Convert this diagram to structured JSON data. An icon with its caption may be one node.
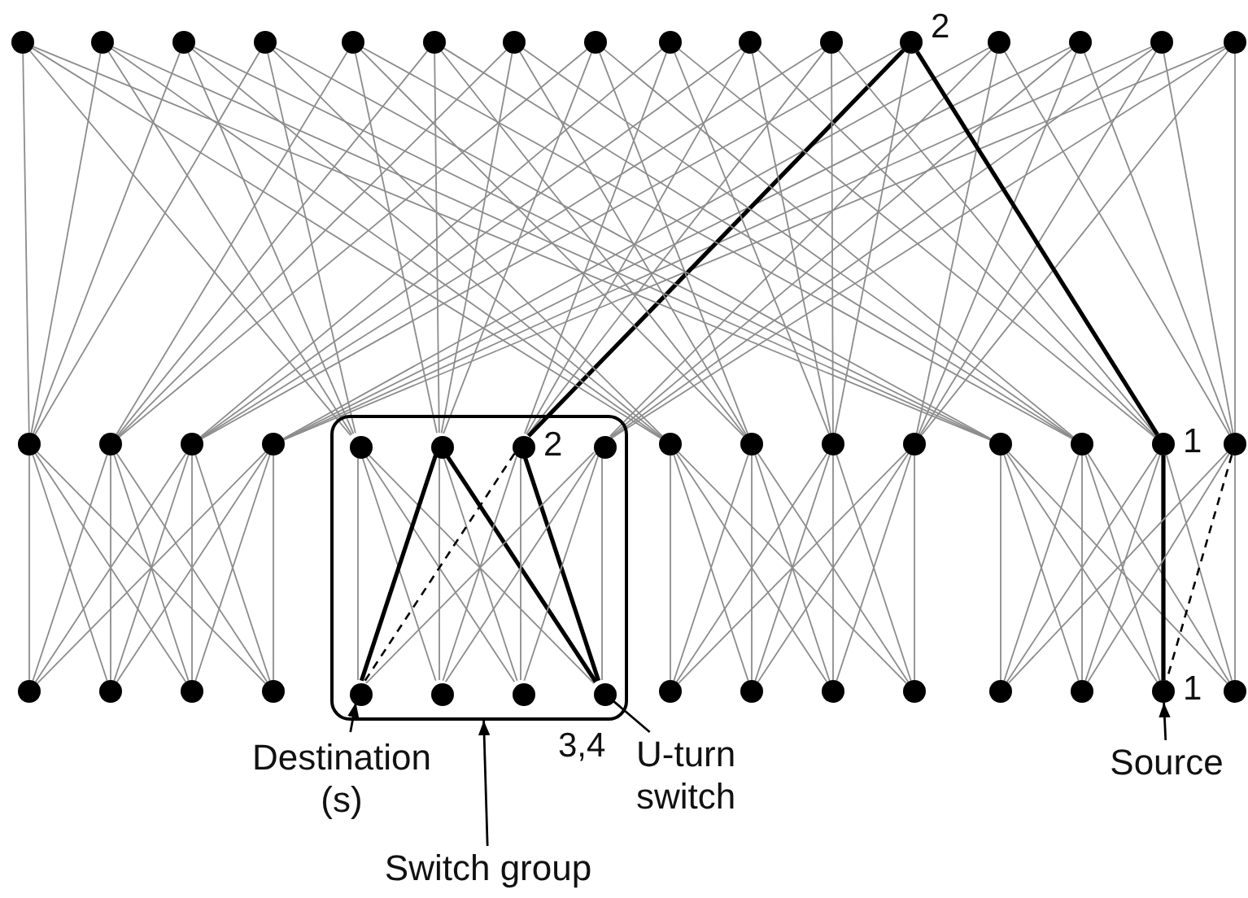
{
  "diagram": {
    "nodes": [
      {
        "text": [],
        "shape": "circle"
      },
      {
        "text": [],
        "shape": "circle"
      },
      {
        "text": [],
        "shape": "circle"
      },
      {
        "text": [],
        "shape": "circle"
      },
      {
        "text": [],
        "shape": "circle"
      },
      {
        "text": [],
        "shape": "circle"
      },
      {
        "text": [],
        "shape": "circle"
      },
      {
        "text": [],
        "shape": "circle"
      },
      {
        "text": [],
        "shape": "circle"
      },
      {
        "text": [],
        "shape": "circle"
      },
      {
        "text": [],
        "shape": "circle"
      },
      {
        "text": [],
        "shape": "circle",
        "beside": [
          "2"
        ]
      },
      {
        "text": [],
        "shape": "circle"
      },
      {
        "text": [],
        "shape": "circle"
      },
      {
        "text": [],
        "shape": "circle"
      },
      {
        "text": [],
        "shape": "circle"
      },
      {
        "text": [],
        "shape": "box"
      },
      {
        "text": [],
        "shape": "circle"
      },
      {
        "text": [],
        "shape": "circle"
      },
      {
        "text": [],
        "shape": "circle"
      },
      {
        "text": [],
        "shape": "circle"
      },
      {
        "text": [],
        "shape": "circle",
        "in": 16
      },
      {
        "text": [],
        "shape": "circle",
        "in": 16
      },
      {
        "text": [],
        "shape": "circle",
        "in": 16,
        "beside": [
          "2"
        ]
      },
      {
        "text": [],
        "shape": "circle",
        "in": 16
      },
      {
        "text": [],
        "shape": "circle"
      },
      {
        "text": [],
        "shape": "circle"
      },
      {
        "text": [],
        "shape": "circle"
      },
      {
        "text": [],
        "shape": "circle"
      },
      {
        "text": [],
        "shape": "circle"
      },
      {
        "text": [],
        "shape": "circle"
      },
      {
        "text": [],
        "shape": "circle",
        "beside": [
          "1"
        ]
      },
      {
        "text": [],
        "shape": "circle"
      },
      {
        "text": [],
        "shape": "circle"
      },
      {
        "text": [],
        "shape": "circle"
      },
      {
        "text": [],
        "shape": "circle"
      },
      {
        "text": [],
        "shape": "circle"
      },
      {
        "text": [],
        "shape": "circle",
        "in": 16
      },
      {
        "text": [],
        "shape": "circle",
        "in": 16
      },
      {
        "text": [],
        "shape": "circle",
        "in": 16
      },
      {
        "text": [],
        "shape": "circle",
        "in": 16,
        "beside": [
          "3,4"
        ]
      },
      {
        "text": [],
        "shape": "circle"
      },
      {
        "text": [],
        "shape": "circle"
      },
      {
        "text": [],
        "shape": "circle"
      },
      {
        "text": [],
        "shape": "circle"
      },
      {
        "text": [],
        "shape": "circle"
      },
      {
        "text": [],
        "shape": "circle"
      },
      {
        "text": [],
        "shape": "circle",
        "beside": [
          "1"
        ]
      },
      {
        "text": [],
        "shape": "circle"
      },
      {
        "text": [
          "Destination (s)"
        ]
      },
      {
        "text": [
          "U-turn switch"
        ]
      },
      {
        "text": [
          "Source"
        ]
      },
      {
        "text": [
          "Switch group"
        ]
      }
    ],
    "edges": [
      {
        "from": 0,
        "to": 17,
        "arrow": "none"
      },
      {
        "from": 1,
        "to": 17,
        "arrow": "none"
      },
      {
        "from": 2,
        "to": 17,
        "arrow": "none"
      },
      {
        "from": 3,
        "to": 17,
        "arrow": "none"
      },
      {
        "from": 4,
        "to": 18,
        "arrow": "none"
      },
      {
        "from": 5,
        "to": 18,
        "arrow": "none"
      },
      {
        "from": 6,
        "to": 18,
        "arrow": "none"
      },
      {
        "from": 7,
        "to": 18,
        "arrow": "none"
      },
      {
        "from": 8,
        "to": 19,
        "arrow": "none"
      },
      {
        "from": 9,
        "to": 19,
        "arrow": "none"
      },
      {
        "from": 10,
        "to": 19,
        "arrow": "none"
      },
      {
        "from": 11,
        "to": 19,
        "arrow": "none"
      },
      {
        "from": 12,
        "to": 20,
        "arrow": "none"
      },
      {
        "from": 13,
        "to": 20,
        "arrow": "none"
      },
      {
        "from": 14,
        "to": 20,
        "arrow": "none"
      },
      {
        "from": 15,
        "to": 20,
        "arrow": "none"
      },
      {
        "from": 0,
        "to": 21,
        "arrow": "none"
      },
      {
        "from": 1,
        "to": 21,
        "arrow": "none"
      },
      {
        "from": 2,
        "to": 21,
        "arrow": "none"
      },
      {
        "from": 3,
        "to": 21,
        "arrow": "none"
      },
      {
        "from": 4,
        "to": 22,
        "arrow": "none"
      },
      {
        "from": 5,
        "to": 22,
        "arrow": "none"
      },
      {
        "from": 6,
        "to": 22,
        "arrow": "none"
      },
      {
        "from": 7,
        "to": 22,
        "arrow": "none"
      },
      {
        "from": 8,
        "to": 23,
        "arrow": "none"
      },
      {
        "from": 9,
        "to": 23,
        "arrow": "none"
      },
      {
        "from": 10,
        "to": 23,
        "arrow": "none"
      },
      {
        "from": 11,
        "to": 23,
        "arrow": "none",
        "style": "thick",
        "color": "#000000"
      },
      {
        "from": 12,
        "to": 24,
        "arrow": "none"
      },
      {
        "from": 13,
        "to": 24,
        "arrow": "none"
      },
      {
        "from": 14,
        "to": 24,
        "arrow": "none"
      },
      {
        "from": 15,
        "to": 24,
        "arrow": "none"
      },
      {
        "from": 0,
        "to": 25,
        "arrow": "none"
      },
      {
        "from": 1,
        "to": 25,
        "arrow": "none"
      },
      {
        "from": 2,
        "to": 25,
        "arrow": "none"
      },
      {
        "from": 3,
        "to": 25,
        "arrow": "none"
      },
      {
        "from": 4,
        "to": 26,
        "arrow": "none"
      },
      {
        "from": 5,
        "to": 26,
        "arrow": "none"
      },
      {
        "from": 6,
        "to": 26,
        "arrow": "none"
      },
      {
        "from": 7,
        "to": 26,
        "arrow": "none"
      },
      {
        "from": 8,
        "to": 27,
        "arrow": "none"
      },
      {
        "from": 9,
        "to": 27,
        "arrow": "none"
      },
      {
        "from": 10,
        "to": 27,
        "arrow": "none"
      },
      {
        "from": 11,
        "to": 27,
        "arrow": "none"
      },
      {
        "from": 12,
        "to": 28,
        "arrow": "none"
      },
      {
        "from": 13,
        "to": 28,
        "arrow": "none"
      },
      {
        "from": 14,
        "to": 28,
        "arrow": "none"
      },
      {
        "from": 15,
        "to": 28,
        "arrow": "none"
      },
      {
        "from": 0,
        "to": 29,
        "arrow": "none"
      },
      {
        "from": 1,
        "to": 29,
        "arrow": "none"
      },
      {
        "from": 2,
        "to": 29,
        "arrow": "none"
      },
      {
        "from": 3,
        "to": 29,
        "arrow": "none"
      },
      {
        "from": 4,
        "to": 30,
        "arrow": "none"
      },
      {
        "from": 5,
        "to": 30,
        "arrow": "none"
      },
      {
        "from": 6,
        "to": 30,
        "arrow": "none"
      },
      {
        "from": 7,
        "to": 30,
        "arrow": "none"
      },
      {
        "from": 8,
        "to": 31,
        "arrow": "none"
      },
      {
        "from": 9,
        "to": 31,
        "arrow": "none"
      },
      {
        "from": 10,
        "to": 31,
        "arrow": "none"
      },
      {
        "from": 11,
        "to": 31,
        "arrow": "none",
        "style": "thick",
        "color": "#000000"
      },
      {
        "from": 12,
        "to": 32,
        "arrow": "none"
      },
      {
        "from": 13,
        "to": 32,
        "arrow": "none"
      },
      {
        "from": 14,
        "to": 32,
        "arrow": "none"
      },
      {
        "from": 15,
        "to": 32,
        "arrow": "none"
      },
      {
        "from": 17,
        "to": 33,
        "arrow": "none"
      },
      {
        "from": 17,
        "to": 34,
        "arrow": "none"
      },
      {
        "from": 17,
        "to": 35,
        "arrow": "none"
      },
      {
        "from": 17,
        "to": 36,
        "arrow": "none"
      },
      {
        "from": 18,
        "to": 33,
        "arrow": "none"
      },
      {
        "from": 18,
        "to": 34,
        "arrow": "none"
      },
      {
        "from": 18,
        "to": 35,
        "arrow": "none"
      },
      {
        "from": 18,
        "to": 36,
        "arrow": "none"
      },
      {
        "from": 19,
        "to": 33,
        "arrow": "none"
      },
      {
        "from": 19,
        "to": 34,
        "arrow": "none"
      },
      {
        "from": 19,
        "to": 35,
        "arrow": "none"
      },
      {
        "from": 19,
        "to": 36,
        "arrow": "none"
      },
      {
        "from": 20,
        "to": 33,
        "arrow": "none"
      },
      {
        "from": 20,
        "to": 34,
        "arrow": "none"
      },
      {
        "from": 20,
        "to": 35,
        "arrow": "none"
      },
      {
        "from": 20,
        "to": 36,
        "arrow": "none"
      },
      {
        "from": 21,
        "to": 37,
        "arrow": "none"
      },
      {
        "from": 21,
        "to": 38,
        "arrow": "none"
      },
      {
        "from": 21,
        "to": 39,
        "arrow": "none"
      },
      {
        "from": 21,
        "to": 40,
        "arrow": "none"
      },
      {
        "from": 22,
        "to": 37,
        "arrow": "none",
        "style": "thick",
        "color": "#000000"
      },
      {
        "from": 22,
        "to": 38,
        "arrow": "none"
      },
      {
        "from": 22,
        "to": 39,
        "arrow": "none"
      },
      {
        "from": 22,
        "to": 40,
        "arrow": "none",
        "style": "thick",
        "color": "#000000"
      },
      {
        "from": 23,
        "to": 37,
        "arrow": "none",
        "style": "dashed",
        "color": "#000000"
      },
      {
        "from": 23,
        "to": 38,
        "arrow": "none"
      },
      {
        "from": 23,
        "to": 39,
        "arrow": "none"
      },
      {
        "from": 23,
        "to": 40,
        "arrow": "none",
        "style": "thick",
        "color": "#000000"
      },
      {
        "from": 24,
        "to": 37,
        "arrow": "none"
      },
      {
        "from": 24,
        "to": 38,
        "arrow": "none"
      },
      {
        "from": 24,
        "to": 39,
        "arrow": "none"
      },
      {
        "from": 24,
        "to": 40,
        "arrow": "none"
      },
      {
        "from": 25,
        "to": 41,
        "arrow": "none"
      },
      {
        "from": 25,
        "to": 42,
        "arrow": "none"
      },
      {
        "from": 25,
        "to": 43,
        "arrow": "none"
      },
      {
        "from": 25,
        "to": 44,
        "arrow": "none"
      },
      {
        "from": 26,
        "to": 41,
        "arrow": "none"
      },
      {
        "from": 26,
        "to": 42,
        "arrow": "none"
      },
      {
        "from": 26,
        "to": 43,
        "arrow": "none"
      },
      {
        "from": 26,
        "to": 44,
        "arrow": "none"
      },
      {
        "from": 27,
        "to": 41,
        "arrow": "none"
      },
      {
        "from": 27,
        "to": 42,
        "arrow": "none"
      },
      {
        "from": 27,
        "to": 43,
        "arrow": "none"
      },
      {
        "from": 27,
        "to": 44,
        "arrow": "none"
      },
      {
        "from": 28,
        "to": 41,
        "arrow": "none"
      },
      {
        "from": 28,
        "to": 42,
        "arrow": "none"
      },
      {
        "from": 28,
        "to": 43,
        "arrow": "none"
      },
      {
        "from": 28,
        "to": 44,
        "arrow": "none"
      },
      {
        "from": 29,
        "to": 45,
        "arrow": "none"
      },
      {
        "from": 29,
        "to": 46,
        "arrow": "none"
      },
      {
        "from": 29,
        "to": 47,
        "arrow": "none"
      },
      {
        "from": 29,
        "to": 48,
        "arrow": "none"
      },
      {
        "from": 30,
        "to": 45,
        "arrow": "none"
      },
      {
        "from": 30,
        "to": 46,
        "arrow": "none"
      },
      {
        "from": 30,
        "to": 47,
        "arrow": "none"
      },
      {
        "from": 30,
        "to": 48,
        "arrow": "none"
      },
      {
        "from": 31,
        "to": 45,
        "arrow": "none"
      },
      {
        "from": 31,
        "to": 46,
        "arrow": "none"
      },
      {
        "from": 31,
        "to": 47,
        "arrow": "none",
        "style": "thick",
        "color": "#000000"
      },
      {
        "from": 31,
        "to": 48,
        "arrow": "none"
      },
      {
        "from": 32,
        "to": 45,
        "arrow": "none"
      },
      {
        "from": 32,
        "to": 46,
        "arrow": "none"
      },
      {
        "from": 32,
        "to": 47,
        "arrow": "none",
        "style": "dashed",
        "color": "#000000"
      },
      {
        "from": 32,
        "to": 48,
        "arrow": "none"
      },
      {
        "from": 49,
        "to": 37,
        "arrow": "to",
        "color": "#000000"
      },
      {
        "from": 50,
        "to": 40,
        "arrow": "none",
        "color": "#000000"
      },
      {
        "from": 51,
        "to": 47,
        "arrow": "to",
        "color": "#000000"
      },
      {
        "from": 52,
        "to": 16,
        "arrow": "to",
        "color": "#000000"
      }
    ]
  }
}
